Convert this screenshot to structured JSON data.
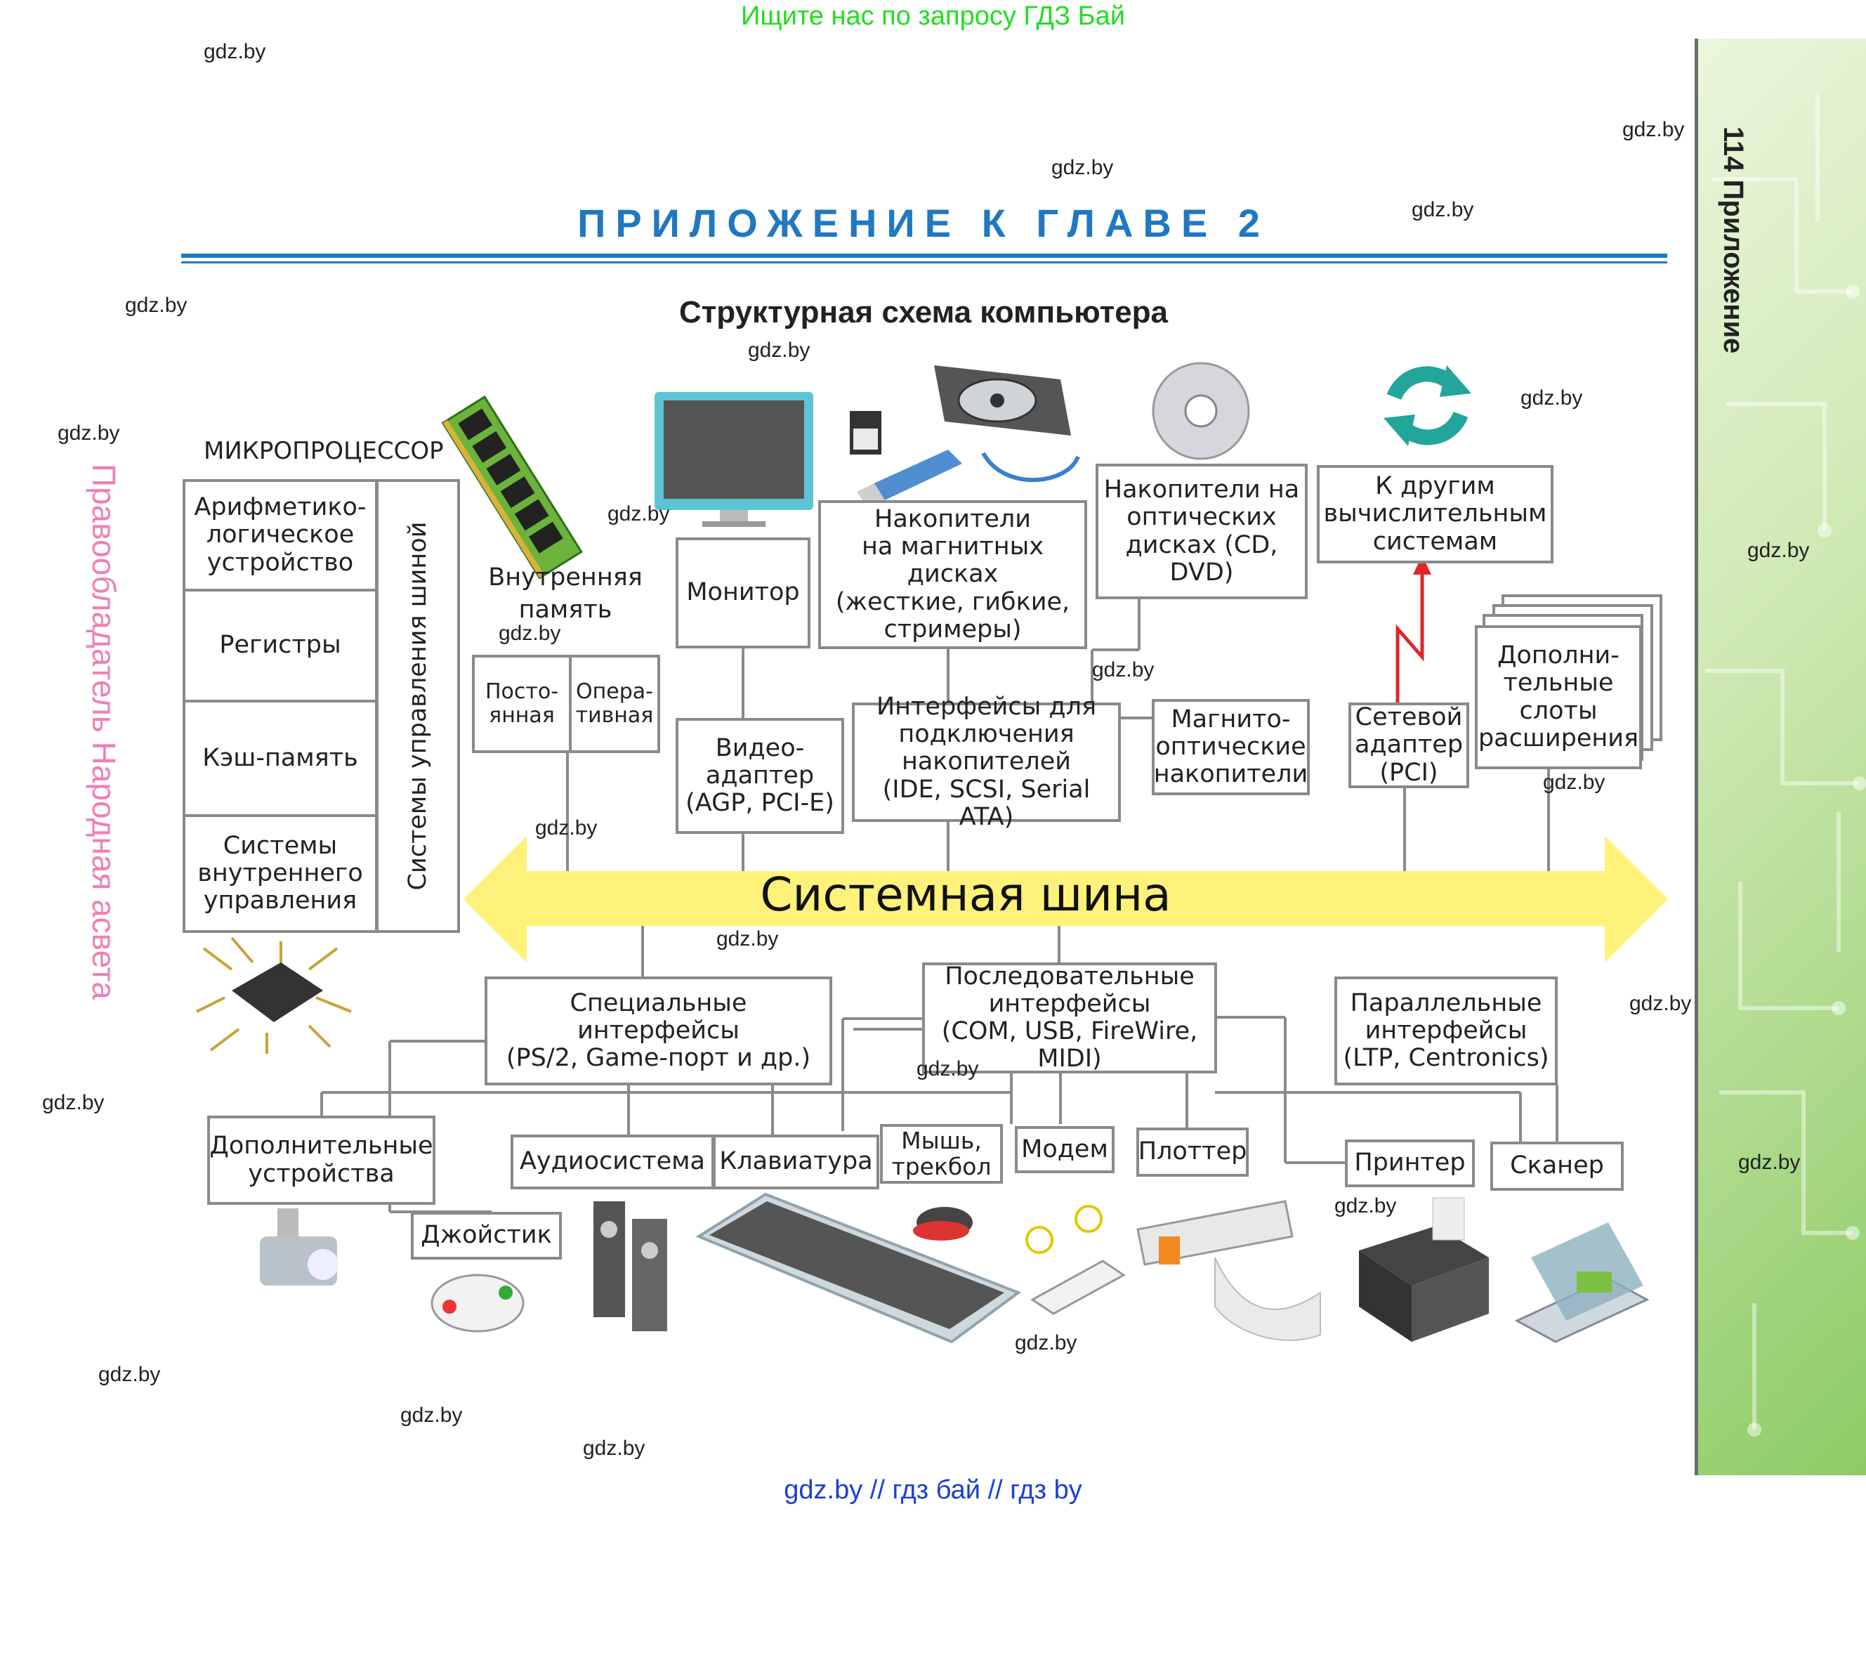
{
  "banners": {
    "top": "Ищите нас по запросу ГДЗ Бай",
    "bottom": "gdz.by  //  гдз бай  //  гдз by"
  },
  "header": {
    "chapter_title": "ПРИЛОЖЕНИЕ К ГЛАВЕ 2",
    "diagram_title": "Структурная схема компьютера"
  },
  "side": {
    "page_label": "114  Приложение",
    "rights": "Правообладатель Народная асвета"
  },
  "watermark": "gdz.by",
  "micro": {
    "label": "МИКРОПРОЦЕССОР",
    "alu": "Арифметико-\nлогическое\nустройство",
    "registers": "Регистры",
    "cache": "Кэш-память",
    "internal_control": "Системы\nвнутреннего\nуправления",
    "bus_control": "Системы управления шиной"
  },
  "memory": {
    "label": "Внутренняя\nпамять",
    "rom": "Посто-\nянная",
    "ram": "Опера-\nтивная"
  },
  "upper": {
    "monitor": "Монитор",
    "magnetic": "Накопители\nна магнитных дисках\n(жесткие, гибкие,\nстримеры)",
    "optical": "Накопители на\nоптических\nдисках (CD, DVD)",
    "other_systems": "К другим\nвычислительным\nсистемам",
    "video": "Видео-\nадаптер\n(AGP, PCI-E)",
    "storage_if": "Интерфейсы для\nподключения\nнакопителей\n(IDE, SCSI, Serial ATA)",
    "magneto": "Магнито-\nоптические\nнакопители",
    "network": "Сетевой\nадаптер\n(PCI)",
    "slots": "Дополни-\nтельные\nслоты\nрасширения"
  },
  "bus": {
    "label": "Системная шина"
  },
  "lower": {
    "special_if": "Специальные\nинтерфейсы\n(PS/2, Game-порт и др.)",
    "serial_if": "Последовательные\nинтерфейсы\n(COM, USB, FireWire, MIDI)",
    "parallel_if": "Параллельные\nинтерфейсы\n(LTP, Centronics)",
    "extra_devices": "Дополнительные\nустройства",
    "joystick": "Джойстик",
    "audio": "Аудиосистема",
    "keyboard": "Клавиатура",
    "mouse": "Мышь,\nтрекбол",
    "modem": "Модем",
    "plotter": "Плоттер",
    "printer": "Принтер",
    "scanner": "Сканер"
  },
  "colors": {
    "accent": "#1f78c1",
    "bus": "#fff27a",
    "box_border": "#8a8a8a",
    "banner_top": "#22dd22",
    "banner_bottom": "#1a3fd6",
    "rights": "#ee7fb6",
    "strip": "#a9d886"
  }
}
